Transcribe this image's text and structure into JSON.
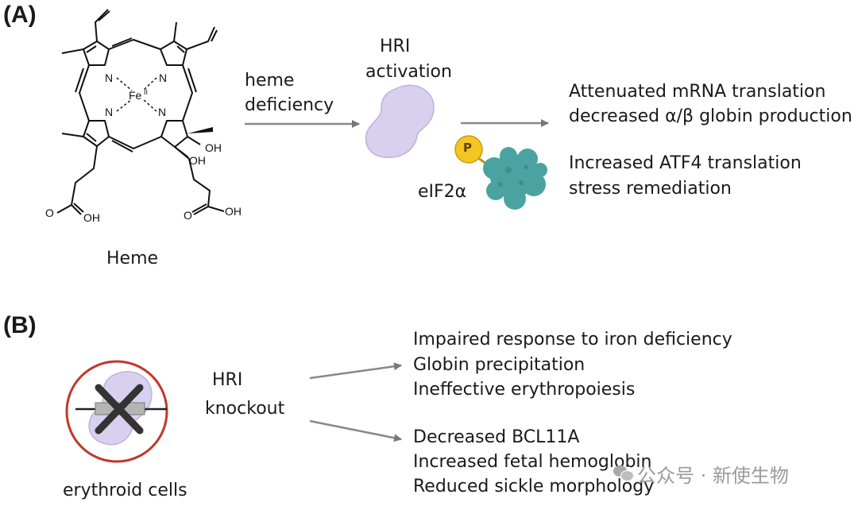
{
  "panel_a": {
    "label": "(A)",
    "molecule_label": "Heme",
    "atoms": {
      "n1": "N",
      "n2": "N",
      "n3": "N",
      "n4": "N",
      "fe": "Fe",
      "fe_sup": "II",
      "oh1": "OH",
      "oh2": "OH",
      "o1": "O",
      "oh3": "OH",
      "o2": "O",
      "oh4": "OH"
    },
    "trigger": [
      "heme",
      "deficiency"
    ],
    "enzyme_label": [
      "HRI",
      "activation"
    ],
    "phospho_symbol": "P",
    "target_label": "eIF2α",
    "outcome_1": [
      "Attenuated mRNA translation",
      "decreased α/β globin production"
    ],
    "outcome_2": [
      "Increased ATF4 translation",
      "stress remediation"
    ]
  },
  "panel_b": {
    "label": "(B)",
    "cell_label": "erythroid cells",
    "perturbation": [
      "HRI",
      "knockout"
    ],
    "outcome_1": [
      "Impaired response to iron deficiency",
      "Globin precipitation",
      "Ineffective erythropoiesis"
    ],
    "outcome_2": [
      "Decreased BCL11A",
      "Increased fetal hemoglobin",
      "Reduced sickle morphology"
    ]
  },
  "watermark": "公众号 · 新使生物",
  "colors": {
    "enzyme_fill": "#d8d0ee",
    "enzyme_stroke": "#b8acd8",
    "protein": "#4aa3a0",
    "phosphate": "#f3c623",
    "knockout_ring": "#c0392b",
    "arrow": "#888888"
  }
}
